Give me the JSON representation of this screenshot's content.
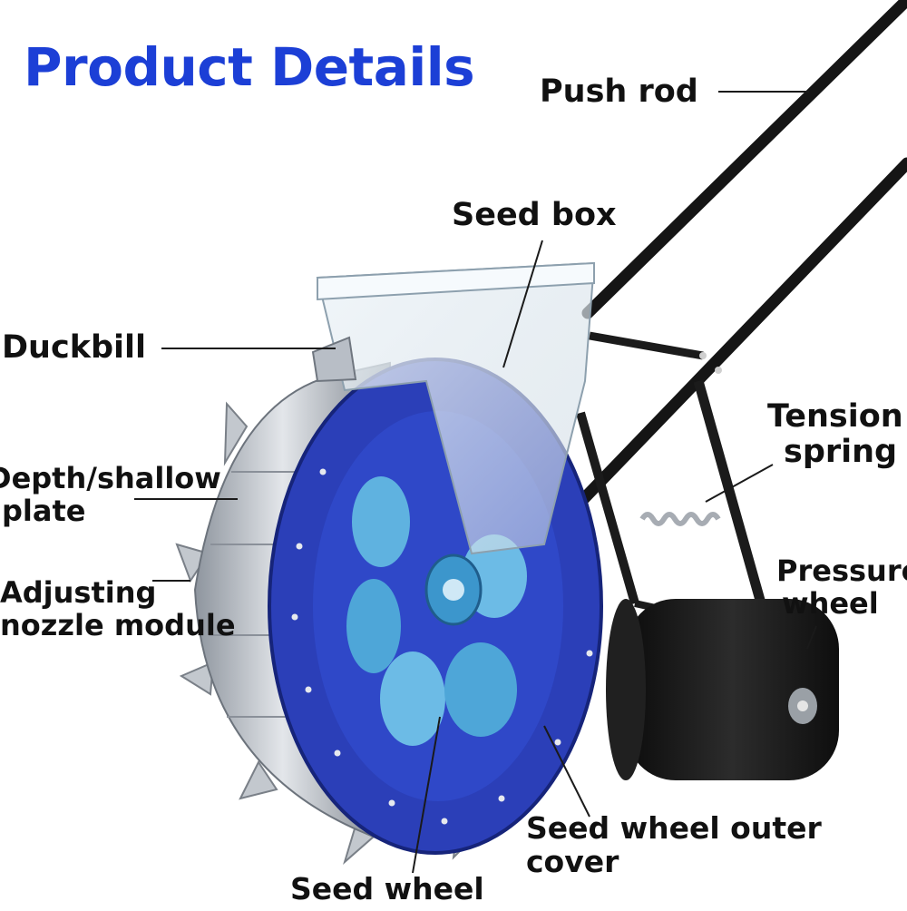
{
  "title": "Product Details",
  "colors": {
    "title": "#1c3fd6",
    "disc": "#2b3fb8",
    "rim": "#b9bfc8",
    "frame": "#1b1b1b",
    "inner_cups": "#5fb2e0"
  },
  "labels": {
    "push_rod": "Push rod",
    "seed_box": "Seed box",
    "duckbill": "Duckbill",
    "tension_spring": [
      "Tension",
      "spring"
    ],
    "depth_plate": [
      "Depth/shallow",
      "plate"
    ],
    "pressure_wheel": [
      "Pressure",
      "wheel"
    ],
    "adjusting_nozzle": [
      "Adjusting",
      "nozzle module"
    ],
    "outer_cover": [
      "Seed wheel outer",
      "cover"
    ],
    "seed_wheel": "Seed wheel"
  }
}
